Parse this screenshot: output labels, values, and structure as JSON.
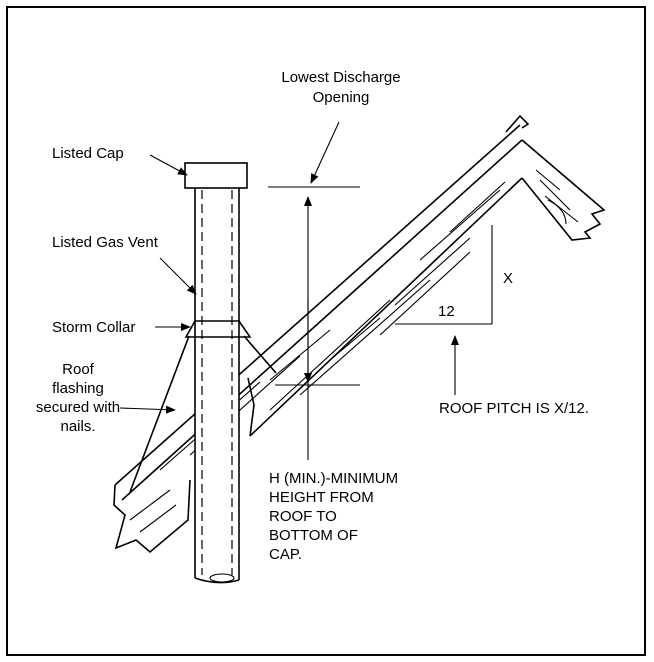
{
  "labels": {
    "listed_cap": "Listed Cap",
    "listed_gas_vent": "Listed Gas Vent",
    "storm_collar": "Storm Collar",
    "roof_flashing": [
      "Roof",
      "flashing",
      "secured with",
      "nails."
    ],
    "lowest_discharge": [
      "Lowest Discharge",
      "Opening"
    ],
    "x_label": "X",
    "run_label": "12",
    "roof_pitch": "ROOF PITCH IS X/12.",
    "h_min": [
      "H (MIN.)-MINIMUM",
      "HEIGHT FROM",
      "ROOF TO",
      "BOTTOM OF",
      "CAP."
    ]
  }
}
